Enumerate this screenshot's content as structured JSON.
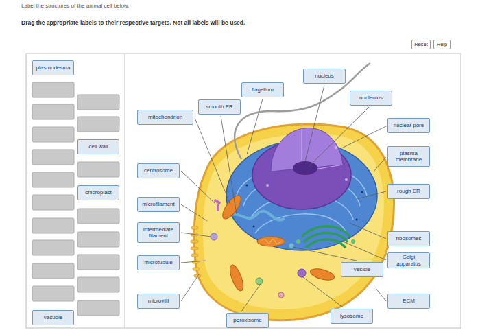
{
  "diagram": {
    "title": "Label the structures of the animal cell below.",
    "nodes": [
      {
        "text": [
          "Reset"
        ]
      },
      {
        "text": [
          "Help"
        ]
      },
      {
        "text": [
          "plasmodesma"
        ]
      },
      {
        "text": [
          "cell wall"
        ]
      },
      {
        "text": [
          "chloroplast"
        ]
      },
      {
        "text": [
          "vacuole"
        ]
      },
      {
        "text": [
          "mitochondrion"
        ]
      },
      {
        "text": [
          "centrosome"
        ]
      },
      {
        "text": [
          "microfilament"
        ]
      },
      {
        "text": [
          "intermediate filament"
        ]
      },
      {
        "text": [
          "microtubule"
        ]
      },
      {
        "text": [
          "microvilli"
        ]
      },
      {
        "text": [
          "smooth ER"
        ]
      },
      {
        "text": [
          "flagellum"
        ]
      },
      {
        "text": [
          "nucleus"
        ]
      },
      {
        "text": [
          "nucleolus"
        ]
      },
      {
        "text": [
          "nuclear pore"
        ]
      },
      {
        "text": [
          "plasma membrane"
        ]
      },
      {
        "text": [
          "rough ER"
        ]
      },
      {
        "text": [
          "ribosomes"
        ]
      },
      {
        "text": [
          "Golgi apparatus"
        ]
      },
      {
        "text": [
          "vesicle"
        ]
      },
      {
        "text": [
          "ECM"
        ]
      },
      {
        "text": [
          "lysosome"
        ]
      },
      {
        "text": [
          "peroxisome"
        ]
      }
    ],
    "labels": [
      "Drag the appropriate labels to their respective targets. Not all labels will be used."
    ]
  }
}
